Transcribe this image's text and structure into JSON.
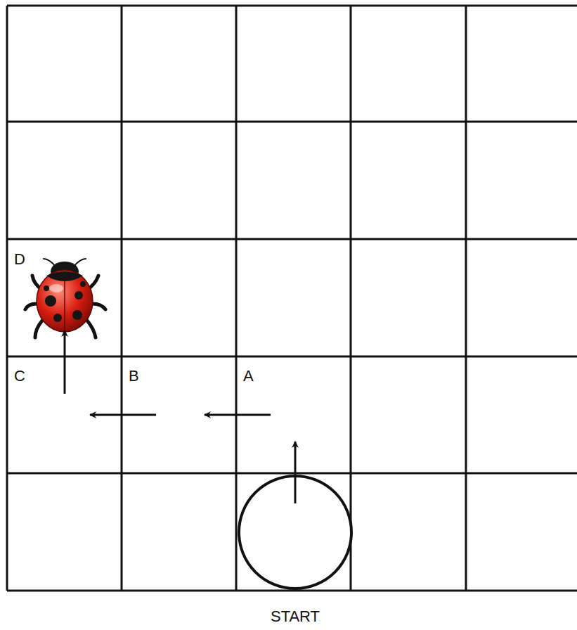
{
  "diagram": {
    "labels": [
      "D",
      "C",
      "B",
      "A",
      "START"
    ]
  }
}
